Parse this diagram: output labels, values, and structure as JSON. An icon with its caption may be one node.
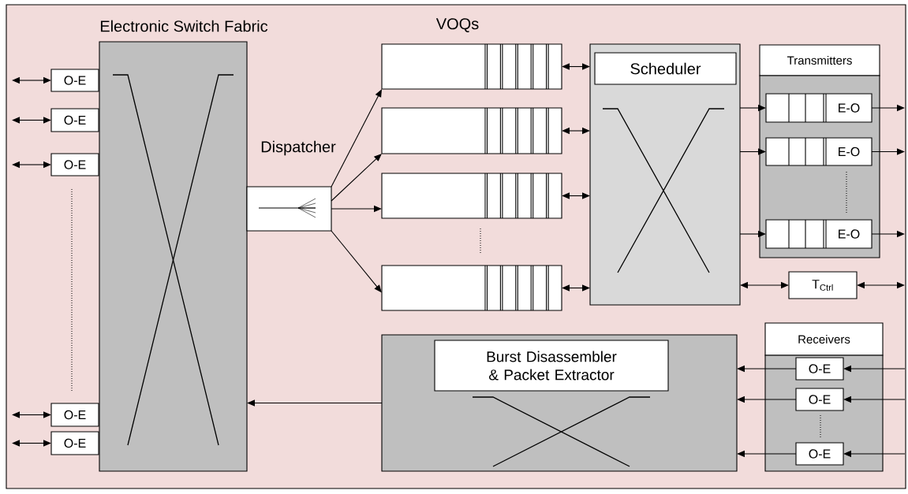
{
  "diagram": {
    "nodes": [
      {
        "text": [
          "Electronic Switch Fabric"
        ]
      },
      {
        "text": [
          "O-E"
        ]
      },
      {
        "text": [
          "O-E"
        ]
      },
      {
        "text": [
          "O-E"
        ]
      },
      {
        "text": [
          "O-E"
        ]
      },
      {
        "text": [
          "O-E"
        ]
      },
      {
        "text": [
          "Dispatcher"
        ]
      },
      {
        "text": [],
        "shape": "box"
      },
      {
        "text": [],
        "shape": "box"
      },
      {
        "text": [],
        "shape": "box"
      },
      {
        "text": [],
        "shape": "box"
      },
      {
        "text": [
          "Scheduler"
        ]
      },
      {
        "text": [
          "Transmitters"
        ]
      },
      {
        "text": [],
        "shape": "box"
      },
      {
        "text": [
          "E-O"
        ],
        "in": 13
      },
      {
        "text": [
          "E-O"
        ],
        "in": 13
      },
      {
        "text": [
          "E-O"
        ],
        "in": 13
      },
      {
        "text": [
          "T$_{Ctrl}$"
        ]
      },
      {
        "text": [
          "Burst Disassembler & Packet Extractor"
        ]
      },
      {
        "text": [
          "Receivers"
        ]
      },
      {
        "text": [],
        "shape": "box"
      },
      {
        "text": [
          "O-E"
        ],
        "in": 20
      },
      {
        "text": [
          "O-E"
        ],
        "in": 20
      },
      {
        "text": [
          "O-E"
        ],
        "in": 20
      }
    ],
    "edges": [
      {
        "from": null,
        "to": 1,
        "arrow": "both"
      },
      {
        "from": null,
        "to": 2,
        "arrow": "both"
      },
      {
        "from": null,
        "to": 3,
        "arrow": "both"
      },
      {
        "from": null,
        "to": 4,
        "arrow": "both"
      },
      {
        "from": null,
        "to": 5,
        "arrow": "both"
      },
      {
        "from": 6,
        "to": 7,
        "arrow": "to"
      },
      {
        "from": 6,
        "to": 8,
        "arrow": "to"
      },
      {
        "from": 6,
        "to": 9,
        "arrow": "to"
      },
      {
        "from": 6,
        "to": 10,
        "arrow": "to"
      },
      {
        "from": 7,
        "to": 11,
        "arrow": "both"
      },
      {
        "from": 8,
        "to": 11,
        "arrow": "both"
      },
      {
        "from": 9,
        "to": 11,
        "arrow": "both"
      },
      {
        "from": 10,
        "to": 11,
        "arrow": "both"
      },
      {
        "from": 11,
        "to": 14,
        "arrow": "to"
      },
      {
        "from": 11,
        "to": 15,
        "arrow": "to"
      },
      {
        "from": 11,
        "to": 16,
        "arrow": "to"
      },
      {
        "from": 14,
        "to": null,
        "arrow": "to"
      },
      {
        "from": 15,
        "to": null,
        "arrow": "to"
      },
      {
        "from": 16,
        "to": null,
        "arrow": "to"
      },
      {
        "from": 11,
        "to": 17,
        "arrow": "both"
      },
      {
        "from": 17,
        "to": null,
        "arrow": "both"
      },
      {
        "from": null,
        "to": 21,
        "arrow": "to"
      },
      {
        "from": null,
        "to": 22,
        "arrow": "to"
      },
      {
        "from": null,
        "to": 23,
        "arrow": "to"
      },
      {
        "from": 21,
        "to": 18,
        "arrow": "to"
      },
      {
        "from": 22,
        "to": 18,
        "arrow": "to"
      },
      {
        "from": 23,
        "to": 18,
        "arrow": "to"
      },
      {
        "from": 18,
        "to": 0,
        "arrow": "to"
      }
    ],
    "labels": [
      "VOQs"
    ]
  }
}
